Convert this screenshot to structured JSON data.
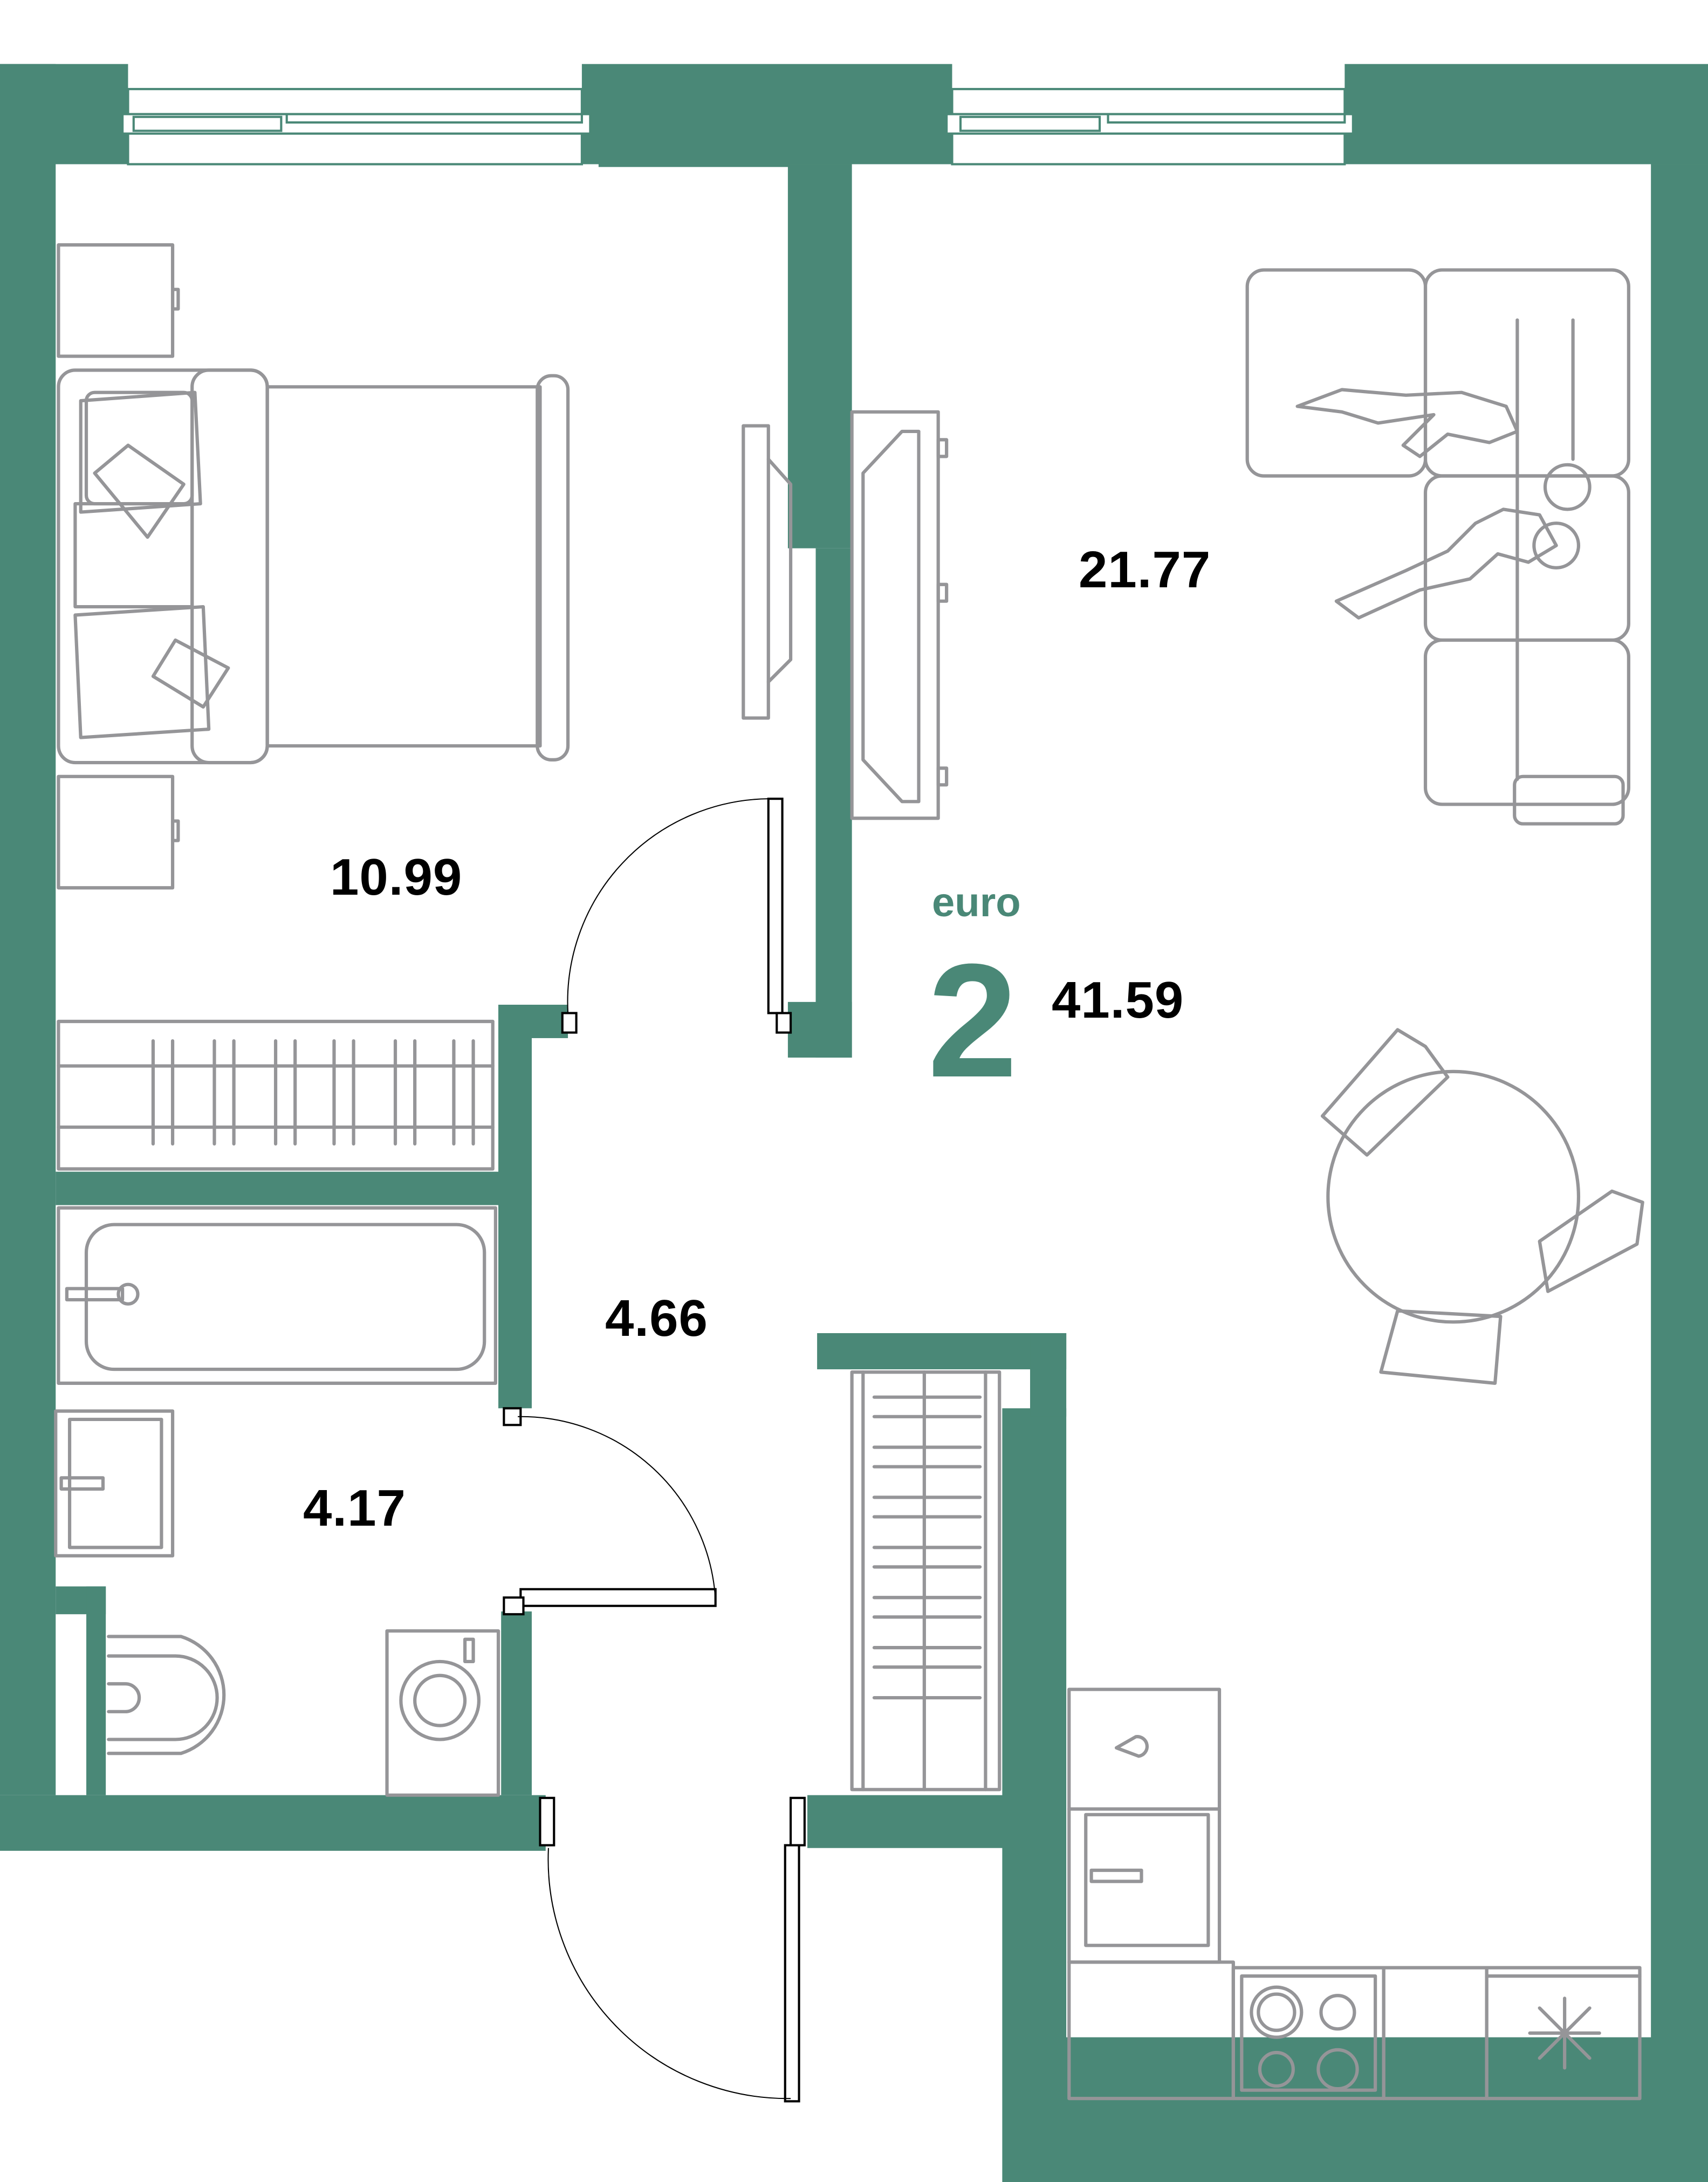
{
  "plan": {
    "apartment_type_label": "euro",
    "rooms_count": "2",
    "total_area": "41.59",
    "colors": {
      "wall": "#4a8877",
      "furniture": "#959598",
      "door": "#000000",
      "background": "#ffffff"
    }
  },
  "rooms": [
    {
      "name": "bedroom",
      "area": "10.99"
    },
    {
      "name": "living-kitchen",
      "area": "21.77"
    },
    {
      "name": "hallway",
      "area": "4.66"
    },
    {
      "name": "bathroom",
      "area": "4.17"
    }
  ]
}
